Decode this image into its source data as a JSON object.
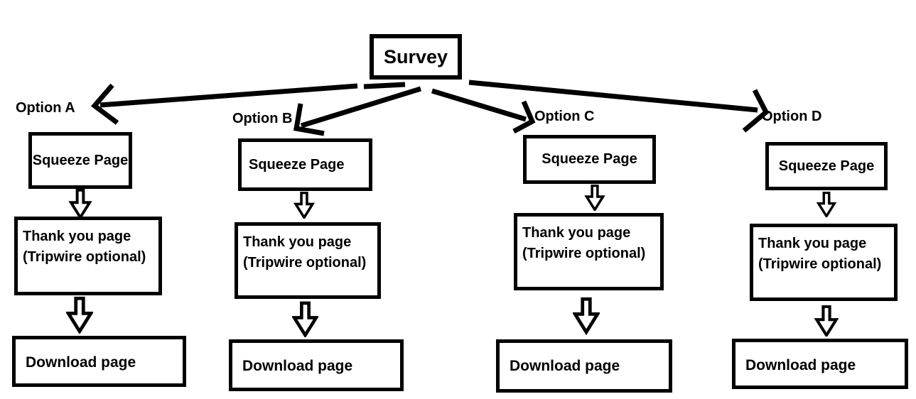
{
  "diagram": {
    "type": "flowchart",
    "root_label": "Survey",
    "colors": {
      "ink": "#000000",
      "background": "#ffffff"
    },
    "columns": [
      {
        "option_label": "Option A",
        "squeeze": "Squeeze Page",
        "thankyou_line1": "Thank you page",
        "thankyou_line2": "(Tripwire optional)",
        "download": "Download page"
      },
      {
        "option_label": "Option B",
        "squeeze": "Squeeze Page",
        "thankyou_line1": "Thank you page",
        "thankyou_line2": "(Tripwire optional)",
        "download": "Download page"
      },
      {
        "option_label": "Option C",
        "squeeze": "Squeeze Page",
        "thankyou_line1": "Thank you page",
        "thankyou_line2": "(Tripwire optional)",
        "download": "Download page"
      },
      {
        "option_label": "Option D",
        "squeeze": "Squeeze Page",
        "thankyou_line1": "Thank you page",
        "thankyou_line2": "(Tripwire optional)",
        "download": "Download page"
      }
    ]
  }
}
